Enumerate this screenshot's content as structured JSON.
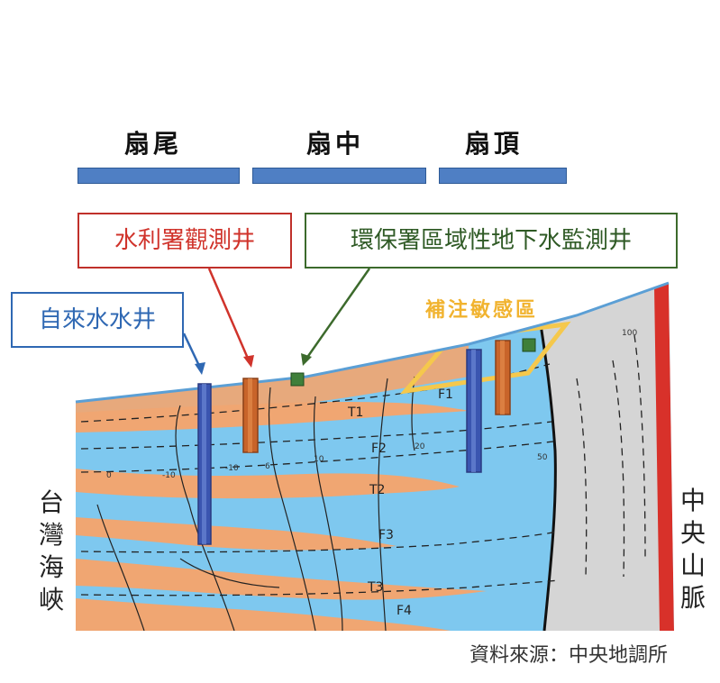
{
  "zones": [
    {
      "label": "扇尾"
    },
    {
      "label": "扇中"
    },
    {
      "label": "扇頂"
    }
  ],
  "callouts": {
    "government_well": "水利署觀測井",
    "epa_well": "環保署區域性地下水監測井",
    "home_well": "自來水水井"
  },
  "recharge_zone": "補注敏感區",
  "side_labels": {
    "taiwan_strait": "台灣海峽",
    "central_range": "中央山脈"
  },
  "layers": {
    "f1": "F1",
    "t1": "T1",
    "f2": "F2",
    "t2": "T2",
    "f3": "F3",
    "t3": "T3",
    "f4": "F4"
  },
  "contour_values": {
    "c0": "0",
    "c_neg10_left": "-10",
    "c_neg10": "-10",
    "c6": "6",
    "c10": "10",
    "c20": "20",
    "c50": "50",
    "c100": "100"
  },
  "source": "資料來源：中央地調所",
  "colors": {
    "aquifer": "#7ec8ef",
    "aquitard": "#f0a672",
    "zone_bar": "#4f7fc4",
    "gov_well": "#c8642a",
    "epa_well": "#3f7f3a",
    "home_well": "#3a55b0",
    "mountain": "#d5d5d5",
    "fault": "#d8312a",
    "recharge": "#f5c84c"
  }
}
